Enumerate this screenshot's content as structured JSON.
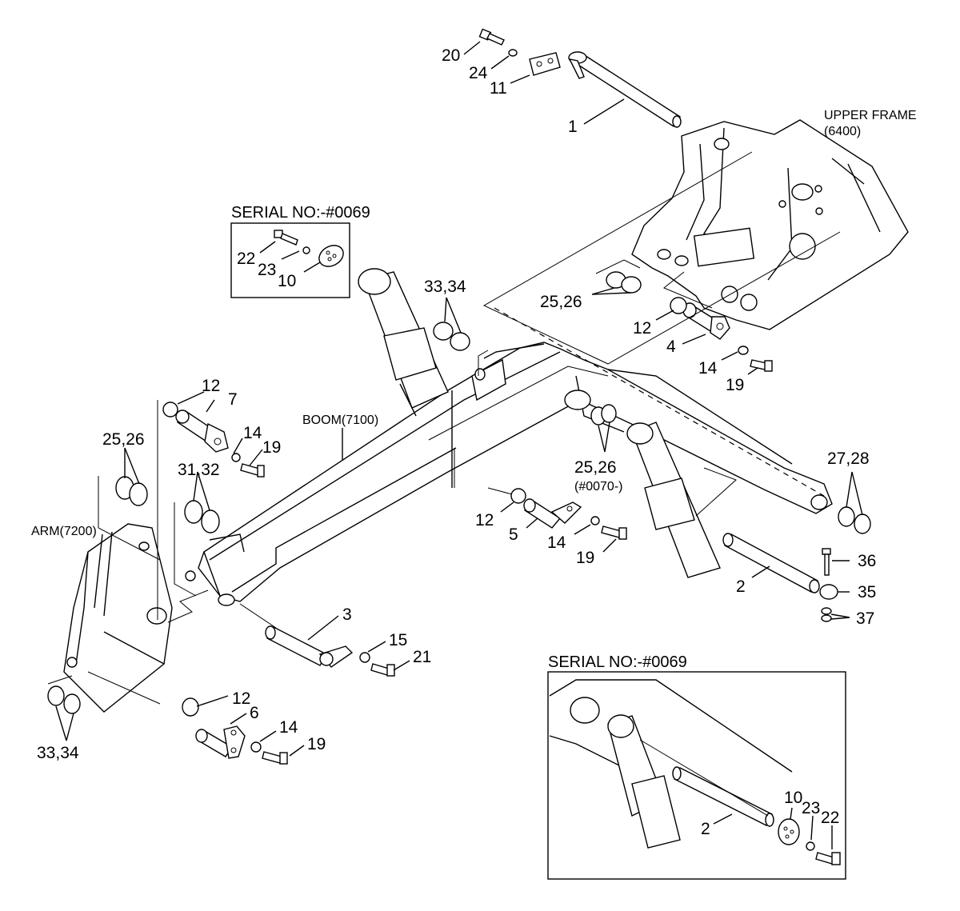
{
  "notes": {
    "upper_frame": "UPPER FRAME",
    "upper_frame_code": "(6400)",
    "boom": "BOOM(7100)",
    "arm": "ARM(7200)",
    "serial_range": "(#0070-)"
  },
  "insets": {
    "top_left_title": "SERIAL NO:-#0069",
    "bottom_right_title": "SERIAL NO:-#0069"
  },
  "callouts": {
    "c20": "20",
    "c24": "24",
    "c11": "11",
    "c1": "1",
    "c22a": "22",
    "c23a": "23",
    "c10a": "10",
    "c3334a": "33,34",
    "c2526a": "25,26",
    "c12a": "12",
    "c4": "4",
    "c14a": "14",
    "c19a": "19",
    "c12b": "12",
    "c7": "7",
    "c14b": "14",
    "c19b": "19",
    "c2526b": "25,26",
    "c3132": "31,32",
    "c2526c": "25,26",
    "c2728": "27,28",
    "c12c": "12",
    "c5": "5",
    "c14c": "14",
    "c19c": "19",
    "c2": "2",
    "c36": "36",
    "c35": "35",
    "c37": "37",
    "c3": "3",
    "c15": "15",
    "c21": "21",
    "c12d": "12",
    "c6": "6",
    "c14d": "14",
    "c19d": "19",
    "c3334b": "33,34",
    "c10b": "10",
    "c23b": "23",
    "c22b": "22",
    "c2b": "2"
  }
}
